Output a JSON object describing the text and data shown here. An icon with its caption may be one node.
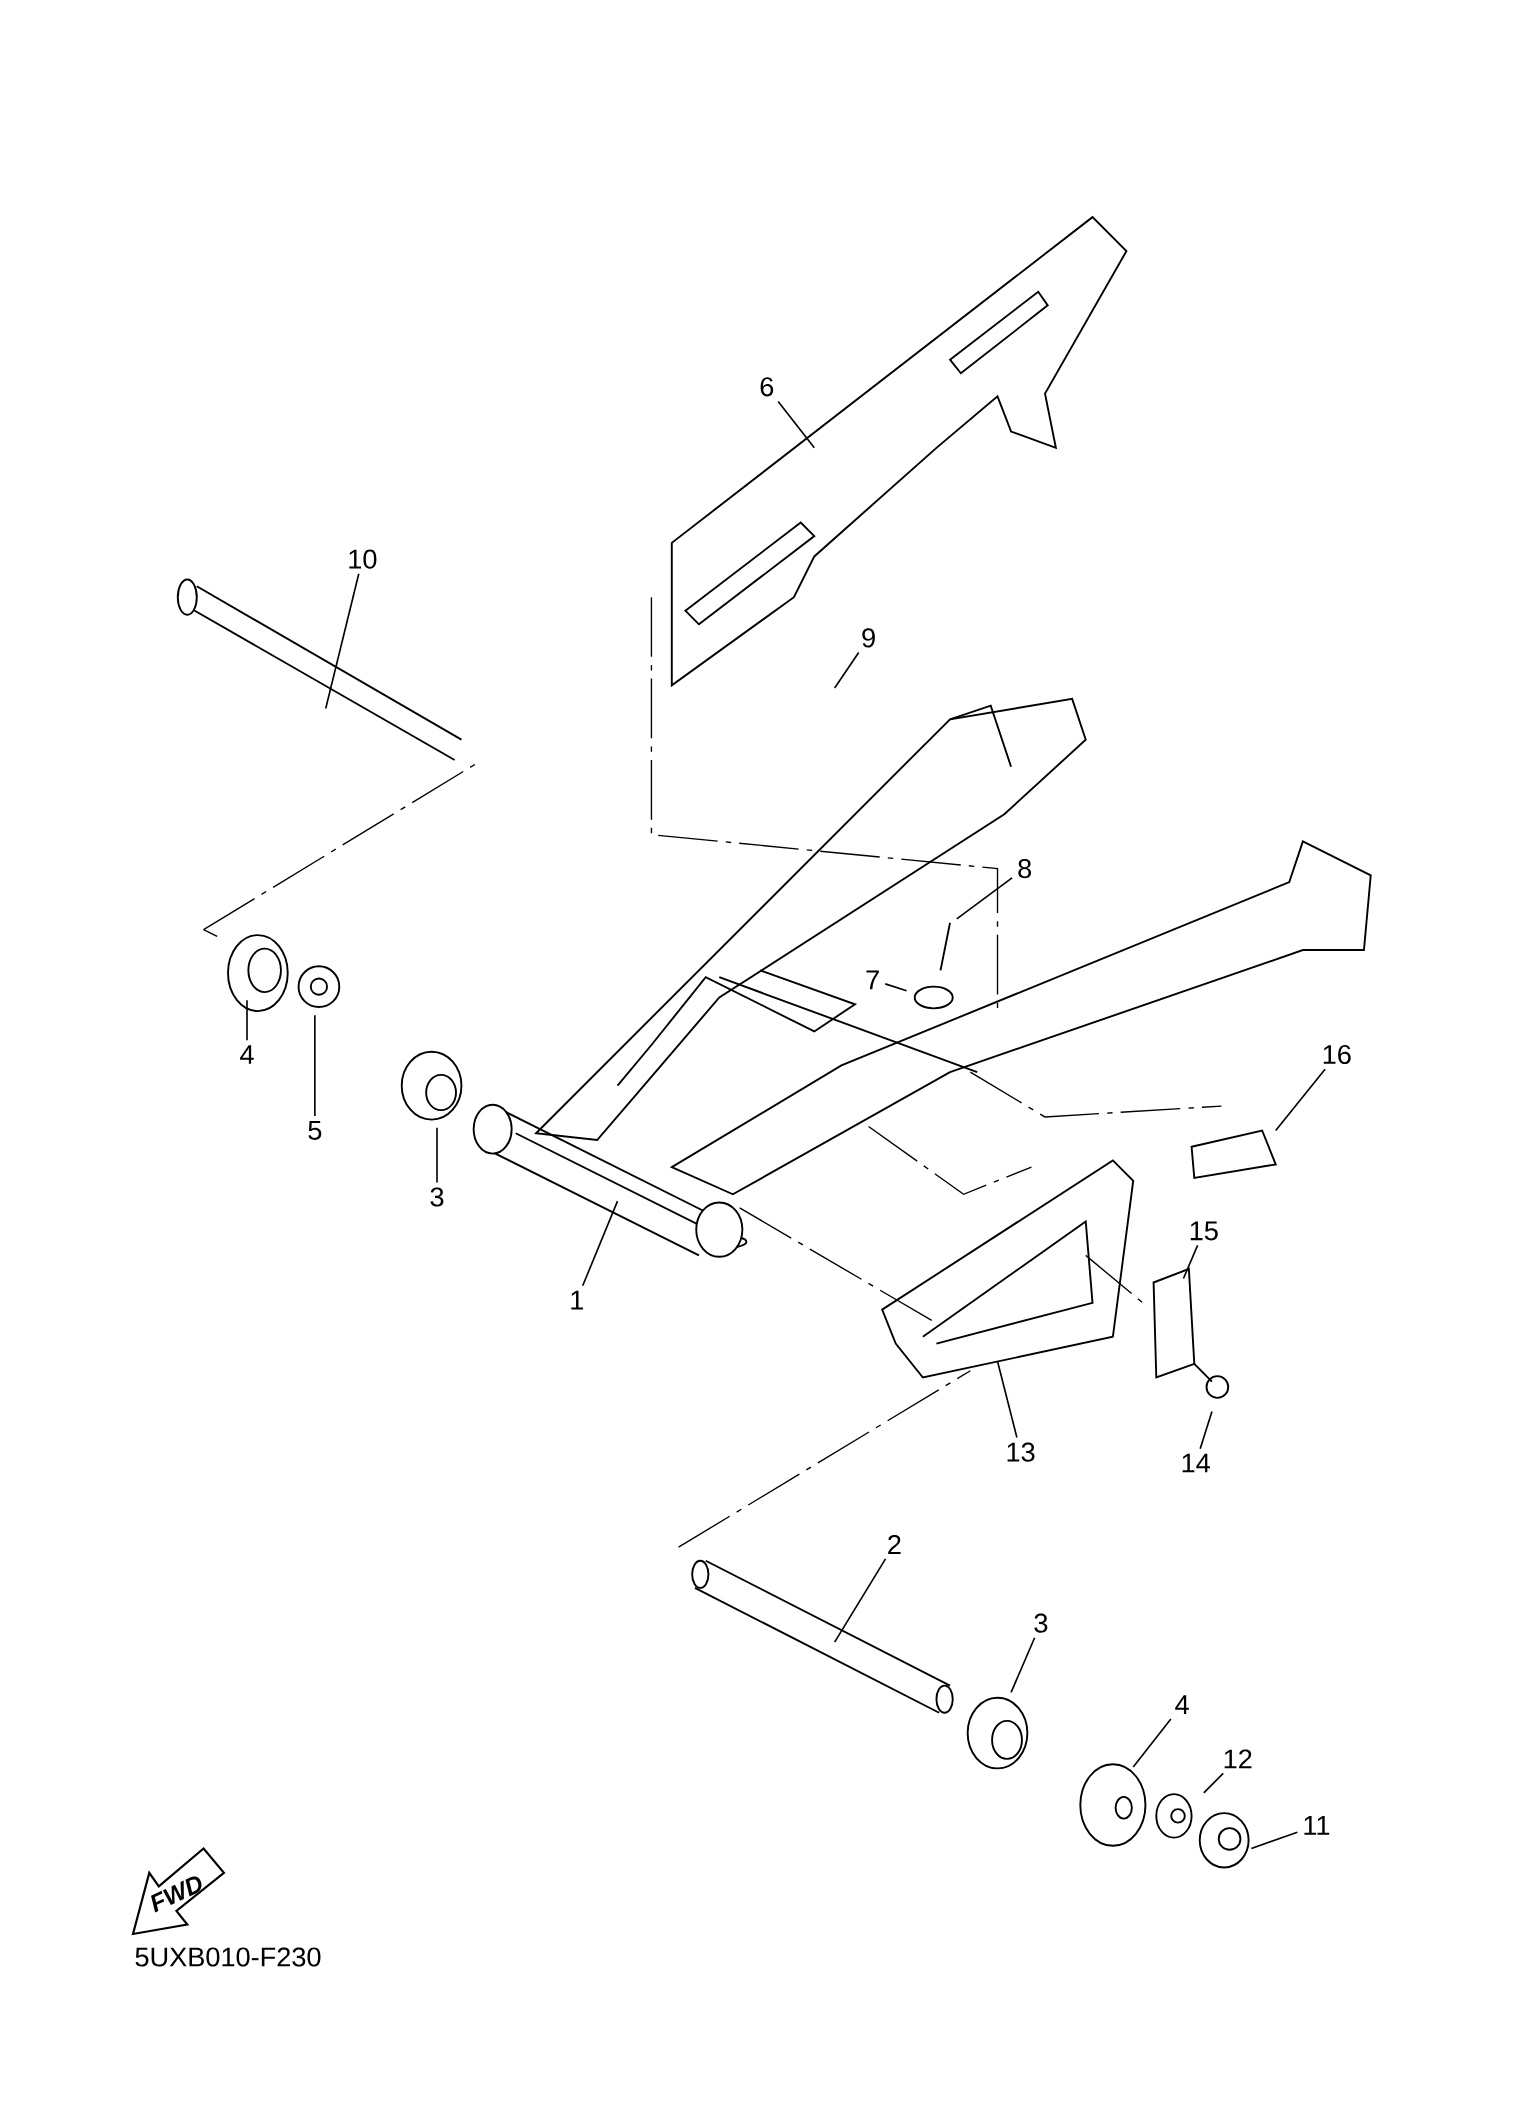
{
  "diagram": {
    "nodes": [
      {
        "text": [
          "6"
        ]
      },
      {
        "text": [
          "10"
        ]
      },
      {
        "text": [
          "9"
        ]
      },
      {
        "text": [
          "8"
        ]
      },
      {
        "text": [
          "7"
        ]
      },
      {
        "text": [
          "4"
        ]
      },
      {
        "text": [
          "5"
        ]
      },
      {
        "text": [
          "3"
        ]
      },
      {
        "text": [
          "1"
        ]
      },
      {
        "text": [
          "16"
        ]
      },
      {
        "text": [
          "15"
        ]
      },
      {
        "text": [
          "14"
        ]
      },
      {
        "text": [
          "13"
        ]
      },
      {
        "text": [
          "2"
        ]
      },
      {
        "text": [
          "3"
        ]
      },
      {
        "text": [
          "4"
        ]
      },
      {
        "text": [
          "12"
        ]
      },
      {
        "text": [
          "11"
        ]
      }
    ],
    "edges": [
      {
        "from": 0,
        "to": null,
        "arrow": "none"
      },
      {
        "from": 1,
        "to": null,
        "arrow": "none"
      },
      {
        "from": 2,
        "to": null,
        "arrow": "none"
      },
      {
        "from": 3,
        "to": null,
        "arrow": "none"
      },
      {
        "from": 4,
        "to": null,
        "arrow": "none"
      },
      {
        "from": 5,
        "to": null,
        "arrow": "none"
      },
      {
        "from": 6,
        "to": null,
        "arrow": "none"
      },
      {
        "from": 7,
        "to": null,
        "arrow": "none"
      },
      {
        "from": 8,
        "to": null,
        "arrow": "none"
      },
      {
        "from": 9,
        "to": null,
        "arrow": "none"
      },
      {
        "from": 10,
        "to": null,
        "arrow": "none"
      },
      {
        "from": 11,
        "to": null,
        "arrow": "none"
      },
      {
        "from": 12,
        "to": null,
        "arrow": "none"
      },
      {
        "from": 13,
        "to": null,
        "arrow": "none"
      },
      {
        "from": 14,
        "to": null,
        "arrow": "none"
      },
      {
        "from": 15,
        "to": null,
        "arrow": "none"
      },
      {
        "from": 16,
        "to": null,
        "arrow": "none"
      },
      {
        "from": 17,
        "to": null,
        "arrow": "none"
      }
    ],
    "labels": [
      "FWD",
      "5UXB010-F230"
    ]
  }
}
